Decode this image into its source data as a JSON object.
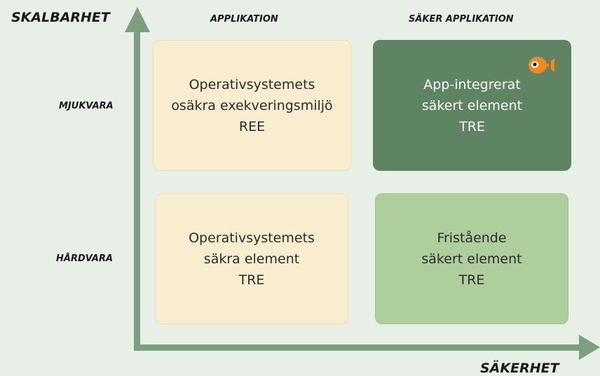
{
  "axes": {
    "y_label": "SKALBARHET",
    "x_label": "SÄKERHET"
  },
  "columns": {
    "app": "APPLIKATION",
    "secure_app": "SÄKER APPLIKATION"
  },
  "rows": {
    "software": "MJUKVARA",
    "hardware": "HÅRDVARA"
  },
  "quadrants": {
    "ree": [
      "Operativsystemets",
      "osäkra exekveringsmiljö",
      "REE"
    ],
    "app_tre": [
      "App-integrerat",
      "säkert element",
      "TRE"
    ],
    "os_tre": [
      "Operativsystemets",
      "säkra element",
      "TRE"
    ],
    "standalone_tre": [
      "Fristående",
      "säkert element",
      "TRE"
    ]
  },
  "colors": {
    "axis": "#7c9e81",
    "background": "#e8efe6",
    "cream": "#f8eecf",
    "dark_green": "#5e8463",
    "light_green": "#aecf9c",
    "fish_orange": "#f5891f"
  },
  "icons": {
    "fish": "fish-icon"
  }
}
